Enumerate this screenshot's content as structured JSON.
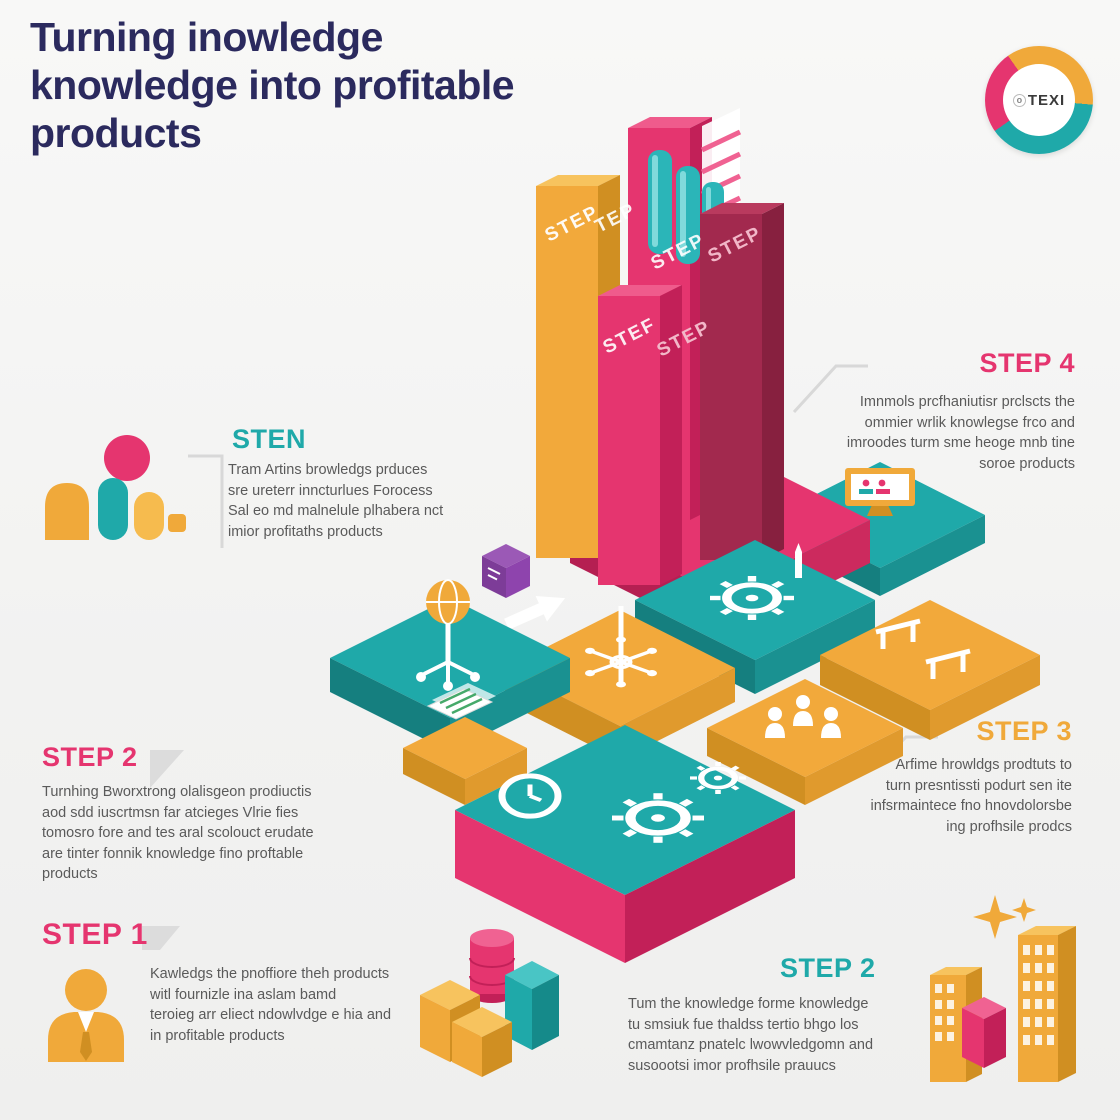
{
  "title": {
    "lines": [
      "Turning inowledge",
      "knowledge into profitable",
      "products"
    ]
  },
  "logo": {
    "prefix": "o",
    "text": "TEXI"
  },
  "towers": {
    "labels": [
      "STEP",
      "TEP",
      "STEP",
      "STEP",
      "STEF",
      "STEP"
    ]
  },
  "callouts": {
    "sten": {
      "heading": "STEN",
      "body": "Tram Artins browledgs prduces\nsre ureterr inncturlues Forocess\nSal eo md malnelule plhabera nct\nimior profitaths products"
    },
    "step4": {
      "heading": "STEP 4",
      "body": "Imnmols prcfhaniutisr prclscts the\nommier wrlik knowlegse frco and\nimroodes turm sme heoge mnb tine\nsoroe products"
    },
    "step3": {
      "heading": "STEP 3",
      "body": "Arfime hrowldgs prodtuts to\nturn presntissti podurt sen ite\ninfsrmaintece fno hnovdolorsbe\ning profhsile prodcs"
    },
    "step2_left": {
      "heading": "STEP 2",
      "body": "Turnhing Bworxtrong olalisgeon prodiuctis\naod sdd iuscrtmsn far atcieges Vlrie fies\ntomosro fore and tes aral scolouct erudate\nare tinter fonnik knowledge fino proftable\nproducts"
    },
    "step1": {
      "heading": "STEP 1",
      "body": "Kawledgs the pnoffiore theh products\nwitl fournizle ina aslam bamd\nteroieg arr eliect ndowlvdge e hia and\nin profitable products"
    },
    "step2_right": {
      "heading": "STEP 2",
      "body": "Tum the knowledge forme knowledge\ntu smsiuk fue thaldss tertio bhgo los\ncmamtanz pnatelc lwowvledgomn and\nsusoootsi imor profhsile prauucs"
    }
  },
  "colors": {
    "navy": "#2b2a5e",
    "pink": "#e5356f",
    "teal": "#1fa9a9",
    "orange": "#f0a93a",
    "maroon": "#a2294e",
    "text_gray": "#5a5a5a"
  }
}
